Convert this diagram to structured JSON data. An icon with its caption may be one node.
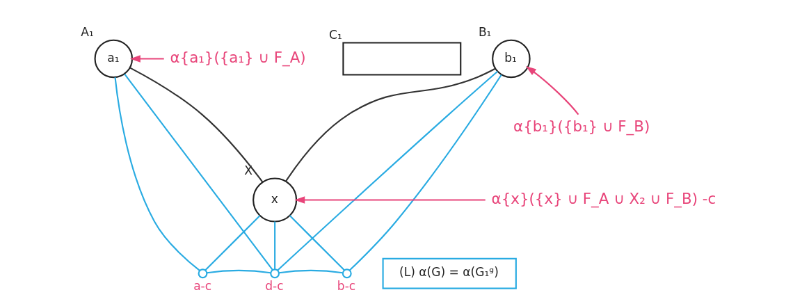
{
  "diagram": {
    "nodes": [
      {
        "text": [
          "a₁"
        ],
        "beside": [
          "A₁"
        ]
      },
      {
        "text": [],
        "shape": "box",
        "beside": [
          "C₁"
        ]
      },
      {
        "text": [
          "b₁"
        ],
        "beside": [
          "B₁"
        ]
      },
      {
        "text": [
          "x"
        ],
        "beside": [
          "X"
        ]
      },
      {
        "text": [],
        "shape": "circle",
        "beside": [
          "a-c"
        ]
      },
      {
        "text": [],
        "shape": "circle",
        "beside": [
          "d-c"
        ]
      },
      {
        "text": [],
        "shape": "circle",
        "beside": [
          "b-c"
        ]
      },
      {
        "text": [
          "α{a₁}({a₁} ∪ F_A)"
        ]
      },
      {
        "text": [
          "α{b₁}({b₁} ∪ F_B)"
        ]
      },
      {
        "text": [
          "α{x}({x} ∪ F_A ∪ X₂ ∪ F_B) -c"
        ]
      },
      {
        "text": [
          "(L) α(G) = α(G₁ᵍ)"
        ]
      }
    ],
    "edges": [
      {
        "from": 0,
        "to": 3,
        "arrow": "none",
        "color": "#333333"
      },
      {
        "from": 2,
        "to": 3,
        "arrow": "none",
        "color": "#333333"
      },
      {
        "from": 7,
        "to": 0,
        "arrow": "to",
        "color": "#e8457a"
      },
      {
        "from": 8,
        "to": 2,
        "arrow": "to",
        "color": "#e8457a"
      },
      {
        "from": 9,
        "to": 3,
        "arrow": "to",
        "color": "#e8457a"
      },
      {
        "from": 0,
        "to": 4,
        "arrow": "none"
      },
      {
        "from": 0,
        "to": 5,
        "arrow": "none"
      },
      {
        "from": 2,
        "to": 6,
        "arrow": "none"
      },
      {
        "from": 2,
        "to": 5,
        "arrow": "none"
      },
      {
        "from": 3,
        "to": 4,
        "arrow": "none"
      },
      {
        "from": 3,
        "to": 5,
        "arrow": "none"
      },
      {
        "from": 3,
        "to": 6,
        "arrow": "none"
      },
      {
        "from": 4,
        "to": 5,
        "arrow": "none"
      },
      {
        "from": 5,
        "to": 6,
        "arrow": "none"
      }
    ]
  }
}
